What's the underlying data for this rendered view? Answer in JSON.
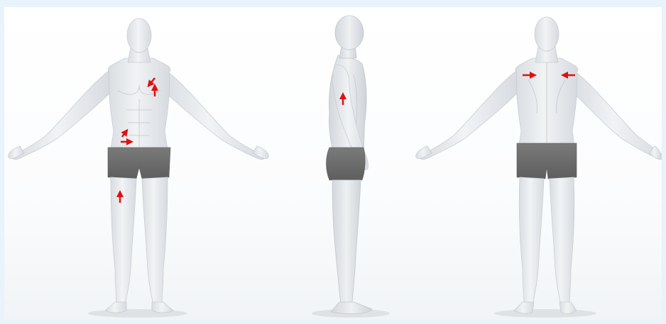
{
  "scene": {
    "background_color": "#e8f3fb",
    "figure_skin_color": "#e6e9ec",
    "shorts_color": "#6b6b6b",
    "marker_color": "#e01010",
    "views": [
      {
        "id": "front",
        "markers": [
          "chest-arrow-down-left",
          "chest-arrow-up",
          "abdomen-arrow-up-right",
          "abdomen-arrow-right",
          "thigh-arrow-up"
        ]
      },
      {
        "id": "side",
        "markers": [
          "arm-arrow-up"
        ]
      },
      {
        "id": "back",
        "markers": [
          "shoulder-arrow-right",
          "shoulder-arrow-left"
        ]
      }
    ]
  }
}
